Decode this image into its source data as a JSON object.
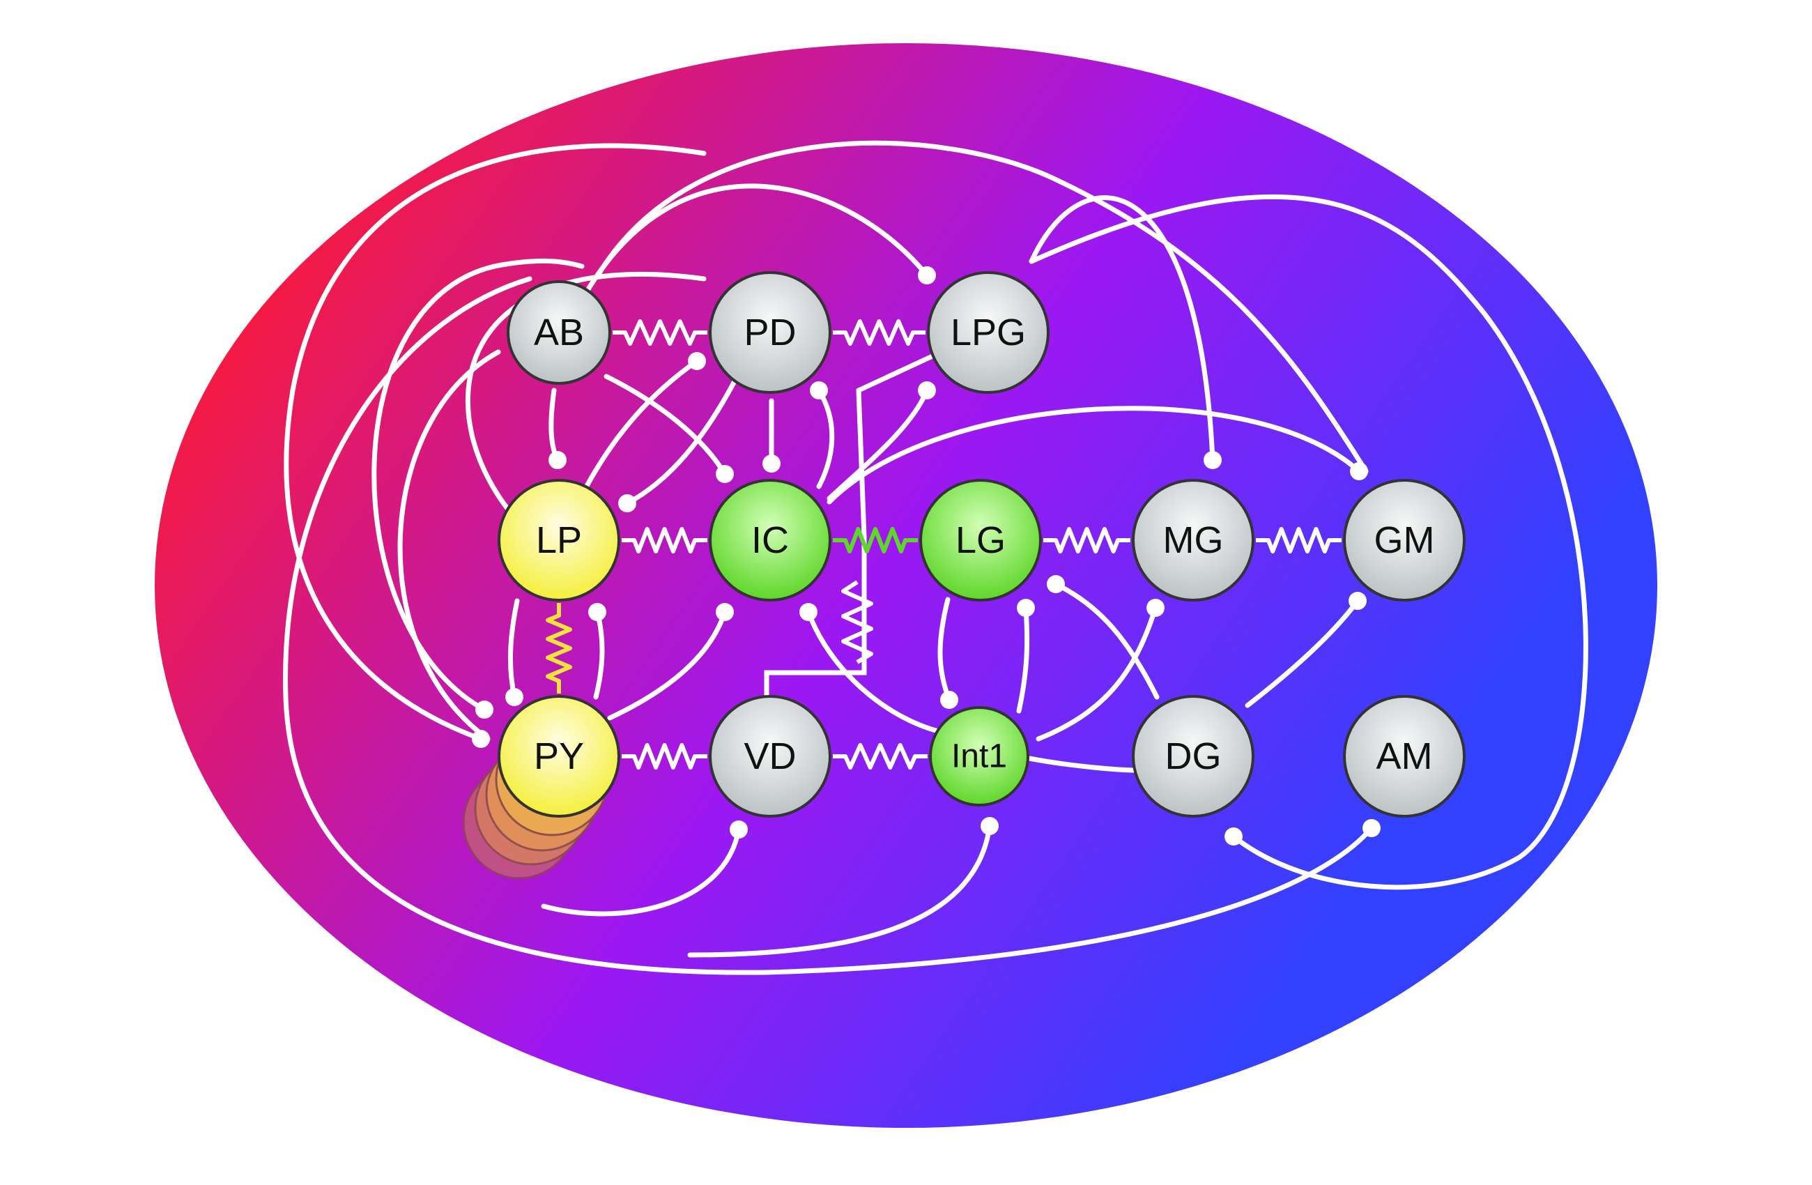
{
  "colors": {
    "grad_left": "#ff1a2e",
    "grad_mid": "#9c18f2",
    "grad_right": "#3340ff",
    "node_gray": "#d2d6d8",
    "node_yellow": "#fbf65a",
    "node_green": "#7dde3f",
    "gap_white": "#ffffff",
    "gap_green": "#5fd62a",
    "gap_yellow": "#f5e23c"
  },
  "neurons": [
    {
      "id": "AB",
      "label": "AB",
      "fill": "gray"
    },
    {
      "id": "PD",
      "label": "PD",
      "fill": "gray"
    },
    {
      "id": "LPG",
      "label": "LPG",
      "fill": "gray"
    },
    {
      "id": "LP",
      "label": "LP",
      "fill": "yellow"
    },
    {
      "id": "IC",
      "label": "IC",
      "fill": "green"
    },
    {
      "id": "LG",
      "label": "LG",
      "fill": "green"
    },
    {
      "id": "MG",
      "label": "MG",
      "fill": "gray"
    },
    {
      "id": "GM",
      "label": "GM",
      "fill": "gray"
    },
    {
      "id": "PY",
      "label": "PY",
      "fill": "yellow"
    },
    {
      "id": "VD",
      "label": "VD",
      "fill": "gray"
    },
    {
      "id": "Int1",
      "label": "Int1",
      "fill": "green"
    },
    {
      "id": "DG",
      "label": "DG",
      "fill": "gray"
    },
    {
      "id": "AM",
      "label": "AM",
      "fill": "gray"
    }
  ],
  "electrical_synapses": [
    {
      "from": "AB",
      "to": "PD",
      "color": "gap_white"
    },
    {
      "from": "PD",
      "to": "LPG",
      "color": "gap_white"
    },
    {
      "from": "LP",
      "to": "IC",
      "color": "gap_white"
    },
    {
      "from": "IC",
      "to": "LG",
      "color": "gap_green"
    },
    {
      "from": "LG",
      "to": "MG",
      "color": "gap_white"
    },
    {
      "from": "MG",
      "to": "GM",
      "color": "gap_white"
    },
    {
      "from": "LP",
      "to": "PY",
      "color": "gap_yellow"
    },
    {
      "from": "PY",
      "to": "VD",
      "color": "gap_white"
    },
    {
      "from": "VD",
      "to": "Int1",
      "color": "gap_white"
    }
  ]
}
